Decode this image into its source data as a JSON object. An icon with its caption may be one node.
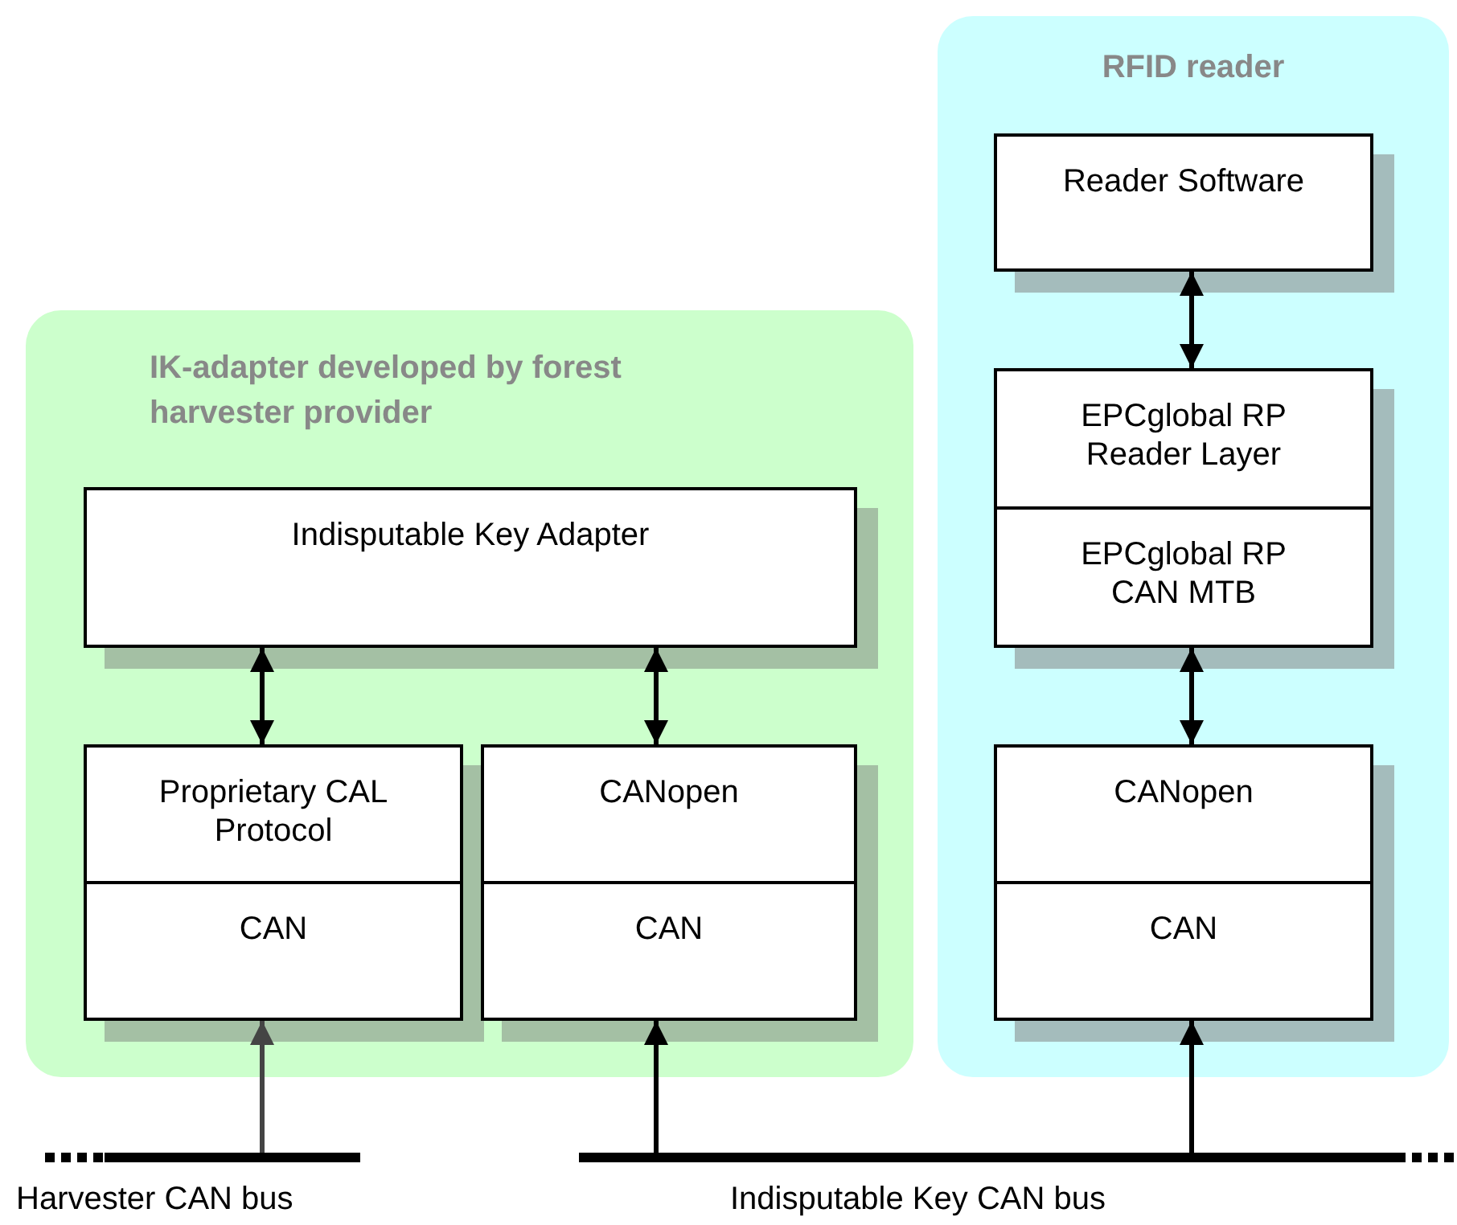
{
  "diagram": {
    "nodes": [
      {
        "text": [
          "IK-adapter developed by forest harvester provider"
        ]
      },
      {
        "text": [
          "Indisputable Key Adapter"
        ],
        "in": 0
      },
      {
        "text": [
          "Proprietary CAL Protocol"
        ],
        "in": 0
      },
      {
        "text": [
          "CAN"
        ],
        "in": 0
      },
      {
        "text": [
          "CANopen"
        ],
        "in": 0
      },
      {
        "text": [
          "CAN"
        ],
        "in": 0
      },
      {
        "text": [
          "RFID reader"
        ]
      },
      {
        "text": [
          "Reader Software"
        ],
        "in": 6
      },
      {
        "text": [
          "EPCglobal RP Reader Layer"
        ],
        "in": 6
      },
      {
        "text": [
          "EPCglobal RP CAN MTB"
        ],
        "in": 6
      },
      {
        "text": [
          "CANopen"
        ],
        "in": 6
      },
      {
        "text": [
          "CAN"
        ],
        "in": 6
      },
      {
        "text": [
          "Harvester CAN bus"
        ]
      },
      {
        "text": [
          "Indisputable Key CAN bus"
        ]
      }
    ],
    "edges": [
      {
        "from": 1,
        "to": 2,
        "arrow": "both"
      },
      {
        "from": 1,
        "to": 4,
        "arrow": "both"
      },
      {
        "from": 7,
        "to": 8,
        "arrow": "both"
      },
      {
        "from": 9,
        "to": 10,
        "arrow": "both"
      },
      {
        "from": 12,
        "to": 3,
        "arrow": "to"
      },
      {
        "from": 13,
        "to": 5,
        "arrow": "to"
      },
      {
        "from": 13,
        "to": 11,
        "arrow": "to"
      }
    ]
  }
}
